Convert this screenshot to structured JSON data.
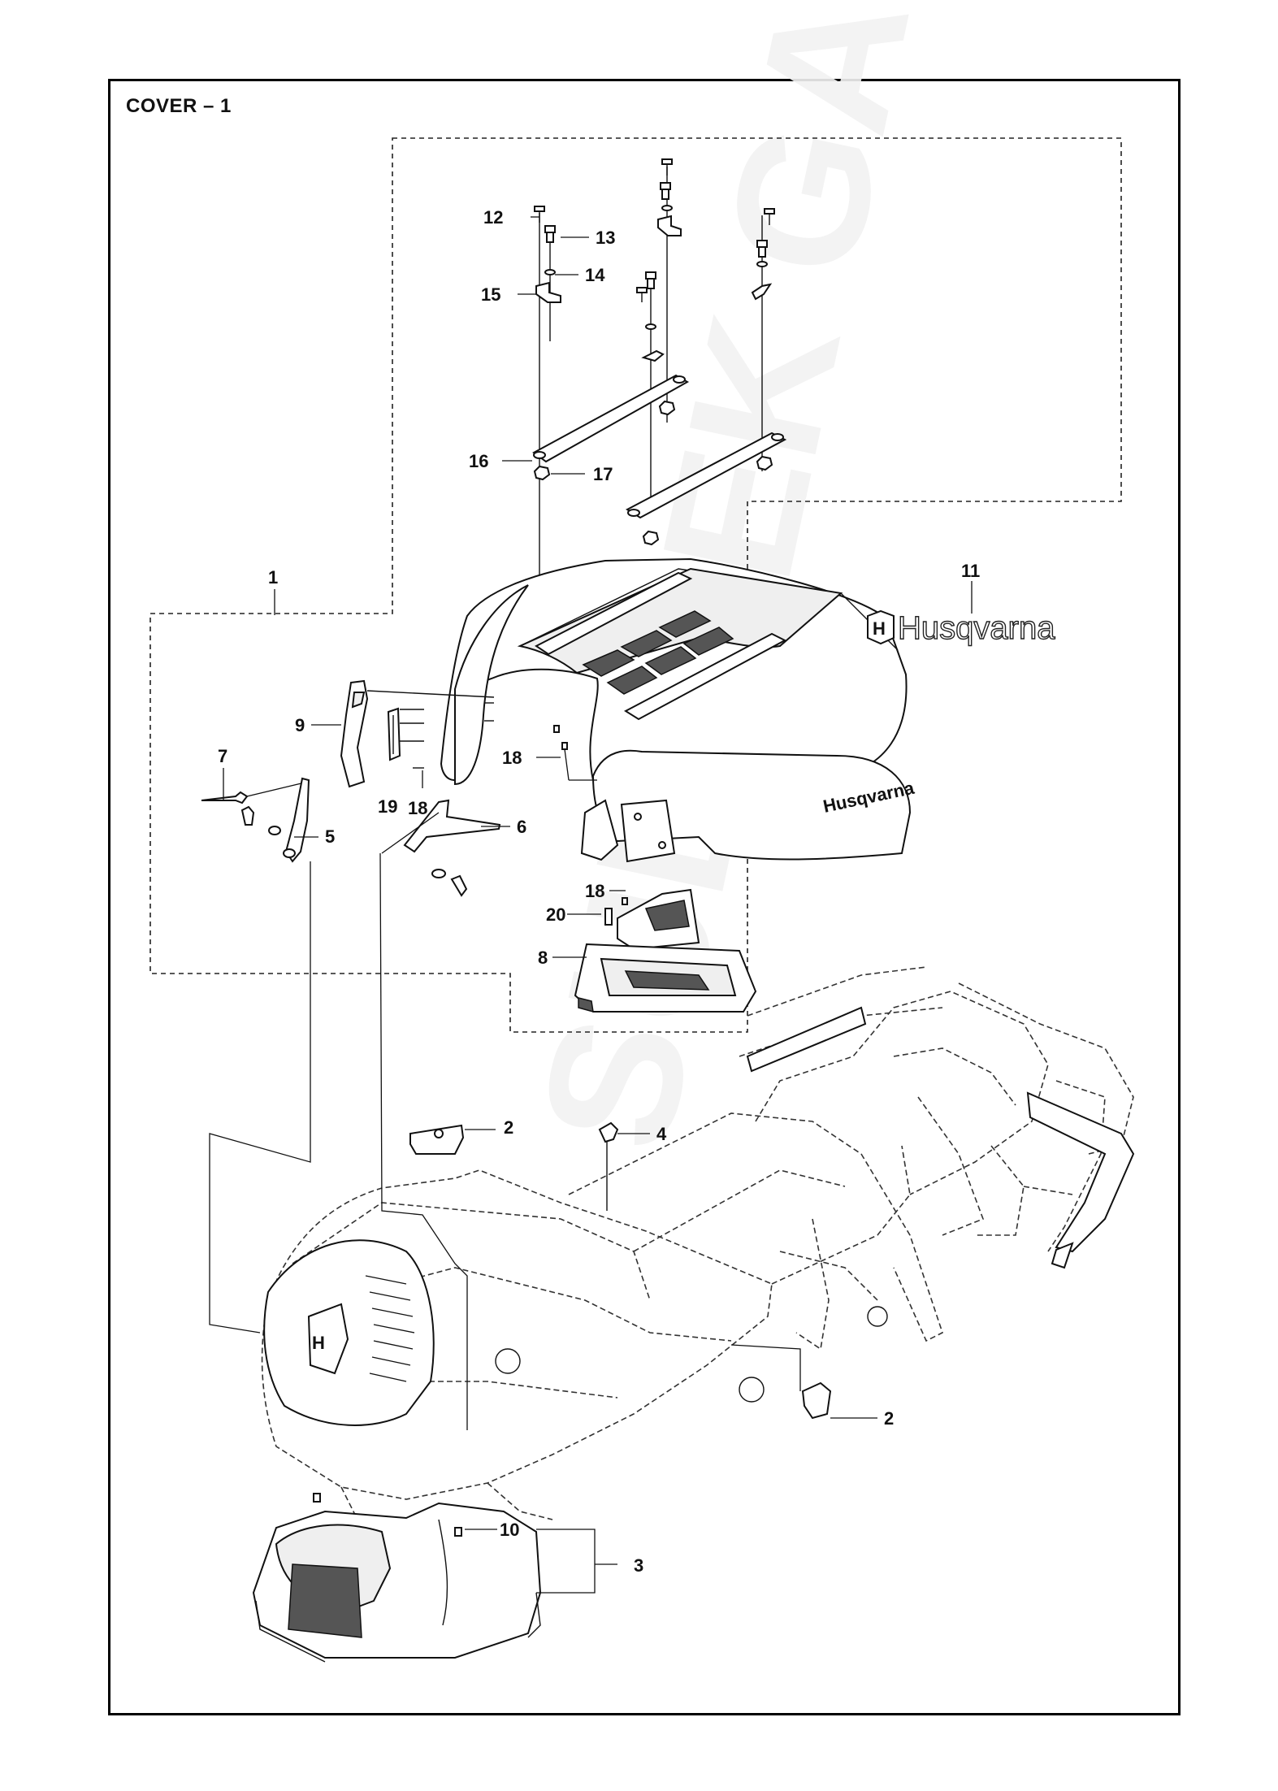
{
  "title": "COVER – 1",
  "brand_logo": "Husqvarna",
  "watermark": "SUBIČEK GARDEN",
  "callouts": [
    {
      "id": "c1",
      "label": "1"
    },
    {
      "id": "c2a",
      "label": "2"
    },
    {
      "id": "c2b",
      "label": "2"
    },
    {
      "id": "c3",
      "label": "3"
    },
    {
      "id": "c4",
      "label": "4"
    },
    {
      "id": "c5",
      "label": "5"
    },
    {
      "id": "c6",
      "label": "6"
    },
    {
      "id": "c7",
      "label": "7"
    },
    {
      "id": "c8",
      "label": "8"
    },
    {
      "id": "c9",
      "label": "9"
    },
    {
      "id": "c10",
      "label": "10"
    },
    {
      "id": "c11",
      "label": "11"
    },
    {
      "id": "c12",
      "label": "12"
    },
    {
      "id": "c13",
      "label": "13"
    },
    {
      "id": "c14",
      "label": "14"
    },
    {
      "id": "c15",
      "label": "15"
    },
    {
      "id": "c16",
      "label": "16"
    },
    {
      "id": "c17",
      "label": "17"
    },
    {
      "id": "c18a",
      "label": "18"
    },
    {
      "id": "c18b",
      "label": "18"
    },
    {
      "id": "c18c",
      "label": "18"
    },
    {
      "id": "c19",
      "label": "19"
    },
    {
      "id": "c20",
      "label": "20"
    }
  ]
}
